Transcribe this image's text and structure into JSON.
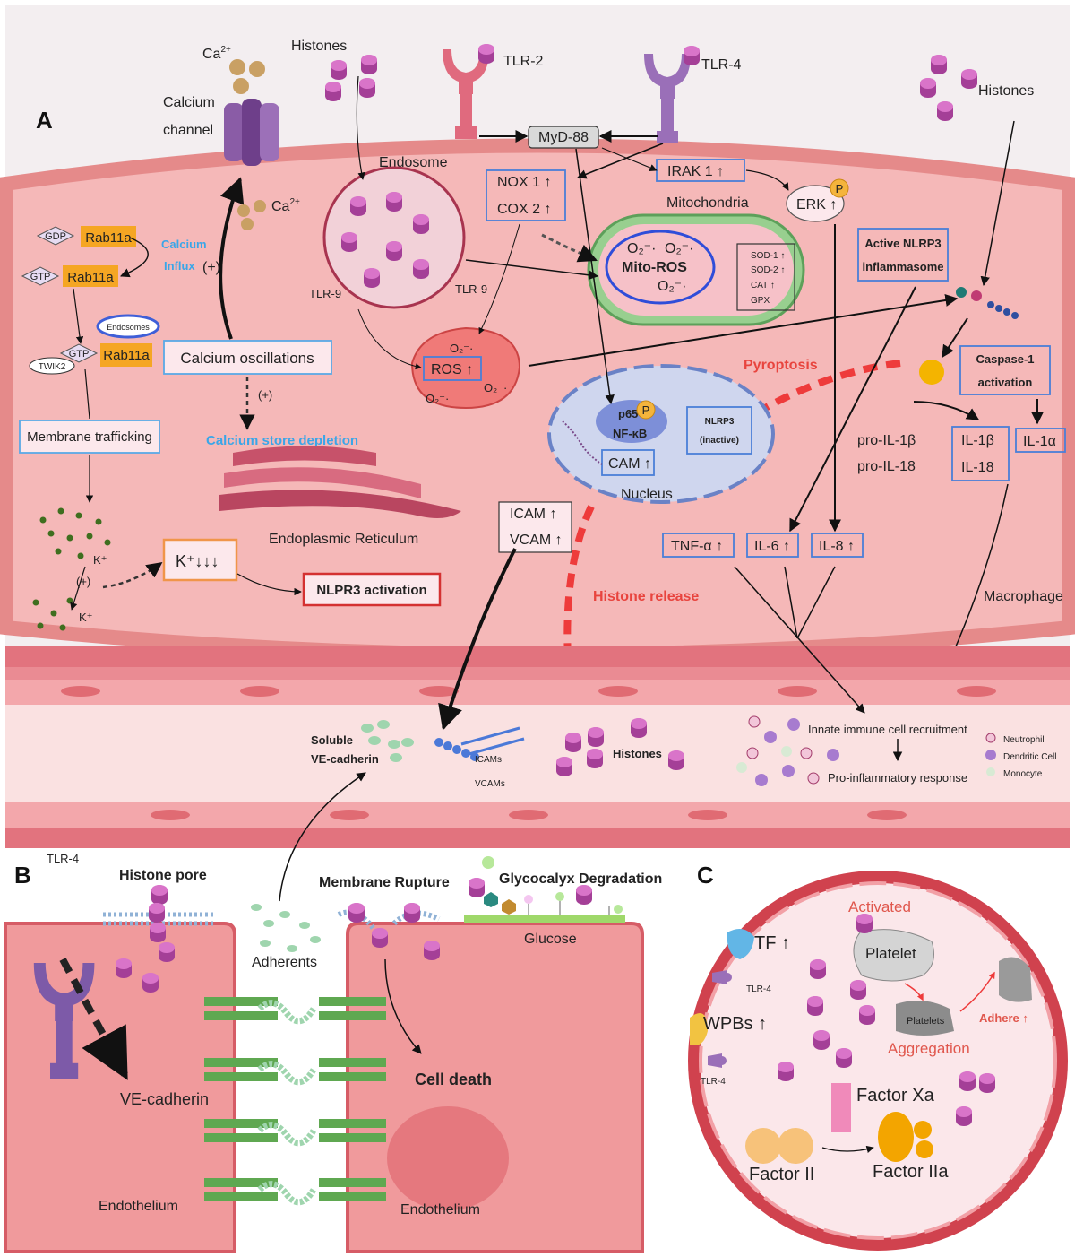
{
  "panels": {
    "a": "A",
    "b": "B",
    "c": "C"
  },
  "panel_a": {
    "ca_top": "Ca",
    "ca_top_sup": "2+",
    "ca_inner": "Ca",
    "ca_inner_sup": "2+",
    "calcium_channel_1": "Calcium",
    "calcium_channel_2": "channel",
    "histones_top": "Histones",
    "histones_right": "Histones",
    "tlr2": "TLR-2",
    "tlr4": "TLR-4",
    "myd88": "MyD-88",
    "endosome": "Endosome",
    "nox1": "NOX 1 ↑",
    "cox2": "COX 2 ↑",
    "irak1": "IRAK 1 ↑",
    "erk": "ERK ↑",
    "p": "P",
    "mitochondria": "Mitochondria",
    "o2_1": "O₂⁻·",
    "o2_2": "O₂⁻·",
    "o2_3": "O₂⁻·",
    "mito_ros": "Mito-ROS",
    "sod1": "SOD-1 ↑",
    "sod2": "SOD-2 ↑",
    "cat": "CAT ↑",
    "gpx": "GPX",
    "active_nlrp3_1": "Active NLRP3",
    "active_nlrp3_2": "inflammasome",
    "gdp": "GDP",
    "gtp1": "GTP",
    "gtp2": "GTP",
    "rab_1": "Rab11a",
    "rab_2": "Rab11a",
    "rab_3": "Rab11a",
    "calcium_influx_1": "Calcium",
    "calcium_influx_2": "Influx",
    "plus1": "(+)",
    "plus2": "(+)",
    "plus3": "(+)",
    "endosomes": "Endosomes",
    "twik2": "TWIK2",
    "tlr9_a": "TLR-9",
    "tlr9_b": "TLR-9",
    "calcium_oscillations": "Calcium oscillations",
    "ros_o2_a": "O₂⁻·",
    "ros": "ROS  ↑",
    "ros_o2_b": "O₂⁻·",
    "ros_o2_c": "O₂⁻·",
    "pyroptosis": "Pyroptosis",
    "caspase_1": "Caspase-1",
    "caspase_2": "activation",
    "membrane_trafficking": "Membrane trafficking",
    "calcium_store_depletion": "Calcium store depletion",
    "p65": "p65",
    "nfkb": "NF-κB",
    "nlrp3_1": "NLRP3",
    "nlrp3_2": "(inactive)",
    "cam": "CAM ↑",
    "nucleus": "Nucleus",
    "pro_il1b": "pro-IL-1β",
    "pro_il18": "pro-IL-18",
    "il1b": "IL-1β",
    "il18": "IL-18",
    "il1a": "IL-1α",
    "er": "Endoplasmic Reticulum",
    "icam": "ICAM  ↑",
    "vcam": "VCAM ↑",
    "tnfa": "TNF-α ↑",
    "il6": "IL-6 ↑",
    "il8": "IL-8 ↑",
    "k_plus_1": "K⁺",
    "k_plus_2": "K⁺",
    "k_down": "K⁺↓↓↓",
    "nlpr3_activation": "NLPR3 activation",
    "histone_release": "Histone release",
    "macrophage": "Macrophage"
  },
  "vessel": {
    "soluble_1": "Soluble",
    "soluble_2": "VE-cadherin",
    "icams": "ICAMs",
    "vcams": "VCAMs",
    "histones": "Histones",
    "innate": "Innate immune cell recruitment",
    "pro_inflammatory": "Pro-inflammatory response",
    "legend": [
      "Neutrophil",
      "Dendritic Cell",
      "Monocyte"
    ]
  },
  "panel_b": {
    "tlr4": "TLR-4",
    "histone_pore": "Histone pore",
    "membrane_rupture": "Membrane Rupture",
    "glycocalyx": "Glycocalyx Degradation",
    "glucose": "Glucose",
    "adherents": "Adherents",
    "ve_cadherin": "VE-cadherin",
    "cell_death": "Cell death",
    "endothelium_1": "Endothelium",
    "endothelium_2": "Endothelium"
  },
  "panel_c": {
    "tf": "TF ↑",
    "tlr4_1": "TLR-4",
    "tlr4_2": "TLR-4",
    "activated": "Activated",
    "platelet": "Platelet",
    "platelets": "Platelets",
    "aggregation": "Aggregation",
    "adhere": "Adhere ↑",
    "wpbs": "WPBs ↑",
    "factor_xa": "Factor Xa",
    "factor_ii": "Factor II",
    "factor_iia": "Factor IIa"
  }
}
